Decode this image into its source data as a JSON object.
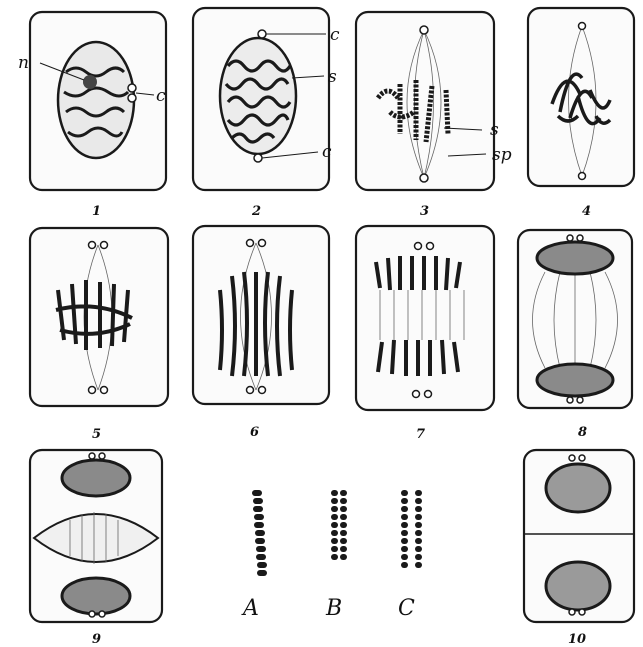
{
  "panels": [
    {
      "number": "1"
    },
    {
      "number": "2"
    },
    {
      "number": "3"
    },
    {
      "number": "4"
    },
    {
      "number": "5"
    },
    {
      "number": "6"
    },
    {
      "number": "7"
    },
    {
      "number": "8"
    },
    {
      "number": "9"
    },
    {
      "number": "10"
    }
  ],
  "labels": {
    "n": "n",
    "c": "c",
    "s": "s",
    "sp": "sp"
  },
  "strands": [
    "A",
    "B",
    "C"
  ],
  "colors": {
    "ink": "#1a1a1a",
    "paper": "#ffffff",
    "stipple": "#6a6a6a"
  }
}
